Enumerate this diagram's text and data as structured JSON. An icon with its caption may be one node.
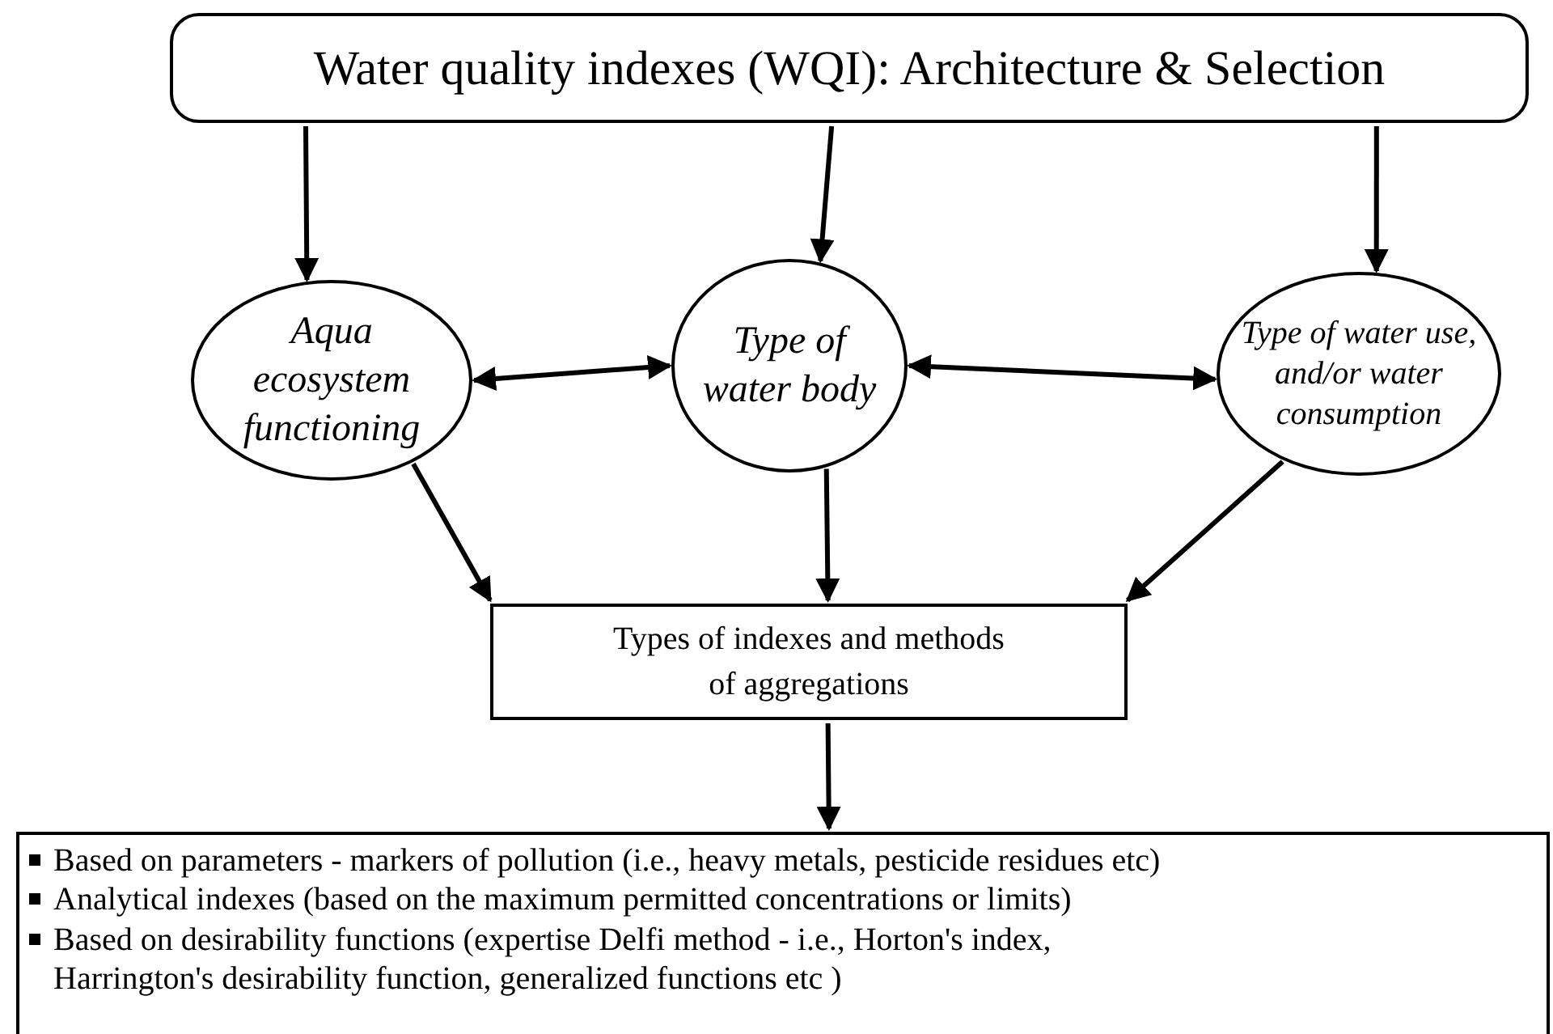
{
  "diagram": {
    "nodes": [
      {
        "text": [
          "Water quality indexes (WQI): Architecture & Selection"
        ]
      },
      {
        "text": [
          "Aqua ecosystem functioning"
        ]
      },
      {
        "text": [
          "Type of water body"
        ]
      },
      {
        "text": [
          "Type of water use, and/or water consumption"
        ]
      },
      {
        "text": [
          "Types of indexes and methods of aggregations"
        ]
      },
      {
        "text": [
          "Based on parameters - markers of pollution (i.e., heavy metals, pesticide residues etc)",
          "Analytical indexes (based on the maximum permitted concentrations or limits)",
          "Based on desirability functions (expertise Delfi method - i.e., Horton's index, Harrington's desirability function, generalized functions etc )"
        ]
      }
    ],
    "edges": [
      {
        "from": 0,
        "to": 1,
        "arrow": "to"
      },
      {
        "from": 0,
        "to": 2,
        "arrow": "to"
      },
      {
        "from": 0,
        "to": 3,
        "arrow": "to"
      },
      {
        "from": 1,
        "to": 2,
        "arrow": "both"
      },
      {
        "from": 2,
        "to": 3,
        "arrow": "both"
      },
      {
        "from": 1,
        "to": 4,
        "arrow": "to"
      },
      {
        "from": 2,
        "to": 4,
        "arrow": "to"
      },
      {
        "from": 3,
        "to": 4,
        "arrow": "to"
      },
      {
        "from": 4,
        "to": 5,
        "arrow": "to"
      }
    ]
  }
}
